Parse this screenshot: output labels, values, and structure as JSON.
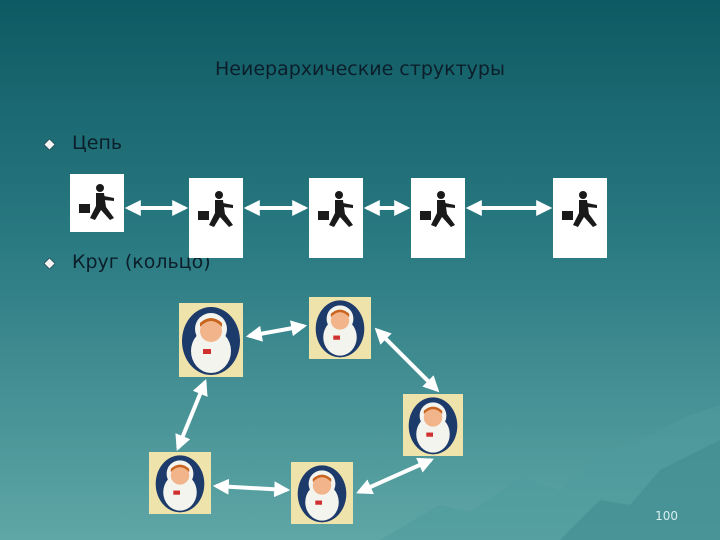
{
  "slide": {
    "title": "Неиерархические структуры",
    "page_number": "100"
  },
  "bullets": [
    {
      "label": "Цепь",
      "icon": "diamond-bullet-icon"
    },
    {
      "label": "Круг (кольцо)",
      "icon": "diamond-bullet-icon"
    }
  ],
  "chain": {
    "node_icon": "running-businessman-icon",
    "node_count": 5
  },
  "ring": {
    "node_icon": "astronaut-icon",
    "node_count": 5
  },
  "colors": {
    "background_top": "#0e5a63",
    "background_bottom": "#5fa6a6",
    "arrow": "#ffffff",
    "astronaut_card": "#efe3ac"
  }
}
